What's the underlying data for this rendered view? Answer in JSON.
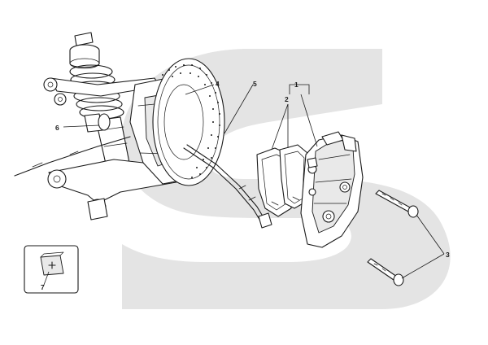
{
  "diagram": {
    "callouts": [
      {
        "id": "1",
        "text": "1"
      },
      {
        "id": "2",
        "text": "2"
      },
      {
        "id": "3",
        "text": "3"
      },
      {
        "id": "4",
        "text": "4"
      },
      {
        "id": "5",
        "text": "5"
      },
      {
        "id": "6",
        "text": "6"
      },
      {
        "id": "7",
        "text": "7"
      }
    ],
    "watermark_color": "#e4e4e4",
    "line_color": "#1a1a1a"
  }
}
